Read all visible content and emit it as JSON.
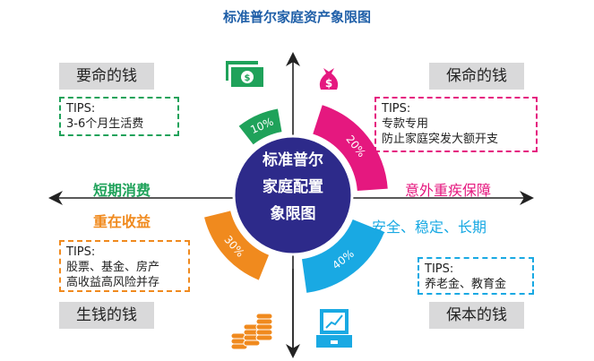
{
  "title": "标准普尔家庭资产象限图",
  "center": {
    "line1": "标准普尔",
    "line2": "家庭配置",
    "line3": "象限图"
  },
  "quadrants": {
    "top_left": {
      "name": "要命的钱",
      "tips_head": "TIPS:",
      "tips": [
        "3-6个月生活费"
      ],
      "feature": "短期消费",
      "percent": "10%",
      "color": "#1fa25a",
      "icon": "cash-icon"
    },
    "top_right": {
      "name": "保命的钱",
      "tips_head": "TIPS:",
      "tips": [
        "专款专用",
        "防止家庭突发大额开支"
      ],
      "feature": "意外重疾保障",
      "percent": "20%",
      "color": "#e5187f",
      "icon": "money-bag-icon"
    },
    "bottom_left": {
      "name": "生钱的钱",
      "tips_head": "TIPS:",
      "tips": [
        "股票、基金、房产",
        "高收益高风险并存"
      ],
      "feature": "重在收益",
      "percent": "30%",
      "color": "#f08a1e",
      "icon": "coins-icon"
    },
    "bottom_right": {
      "name": "保本的钱",
      "tips_head": "TIPS:",
      "tips": [
        "养老金、教育金"
      ],
      "feature": "安全、稳定、长期",
      "percent": "40%",
      "color": "#19a9e3",
      "icon": "laptop-chart-icon"
    }
  }
}
